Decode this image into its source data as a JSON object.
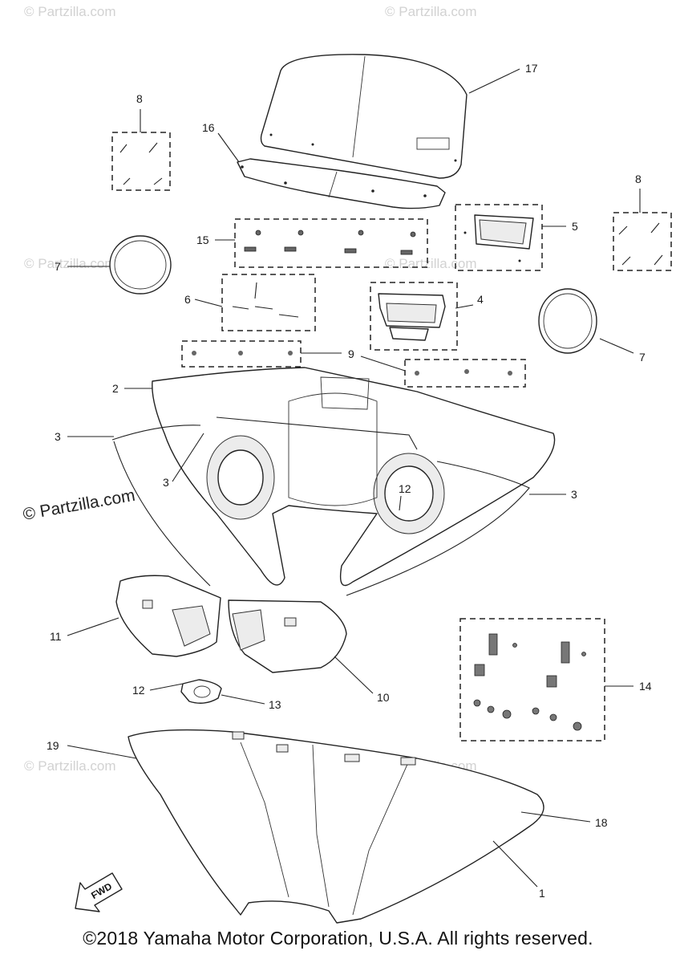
{
  "watermarks": {
    "small": "© Partzilla.com",
    "main": "© Partzilla.com"
  },
  "fwd_label": "FWD",
  "callouts": {
    "c1": "1",
    "c2": "2",
    "c3a": "3",
    "c3b": "3",
    "c3c": "3",
    "c4": "4",
    "c5": "5",
    "c6": "6",
    "c7a": "7",
    "c7b": "7",
    "c8a": "8",
    "c8b": "8",
    "c9": "9",
    "c10": "10",
    "c11": "11",
    "c12a": "12",
    "c12b": "12",
    "c13": "13",
    "c14": "14",
    "c15": "15",
    "c16": "16",
    "c17": "17",
    "c18": "18",
    "c19": "19"
  },
  "copyright": "©2018 Yamaha Motor Corporation, U.S.A. All rights reserved."
}
